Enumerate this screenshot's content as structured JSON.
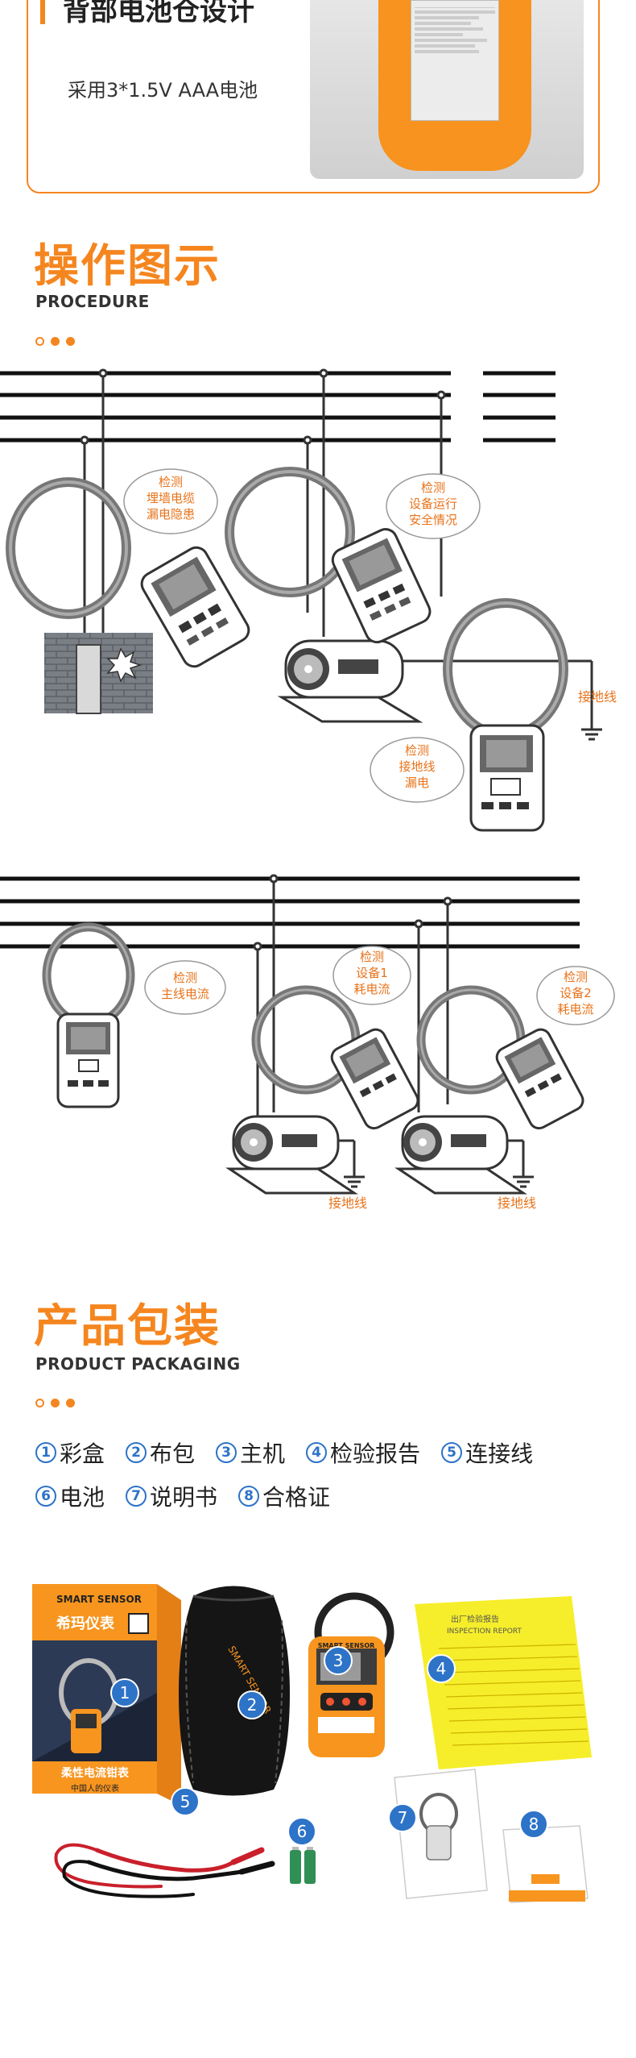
{
  "battery": {
    "title": "背部电池仓设计",
    "desc": "采用3*1.5V AAA电池"
  },
  "procedure": {
    "title": "操作图示",
    "subtitle": "PROCEDURE",
    "callouts": {
      "c1": [
        "检测",
        "埋墙电缆",
        "漏电隐患"
      ],
      "c2": [
        "检测",
        "设备运行",
        "安全情况"
      ],
      "c3": [
        "检测",
        "接地线",
        "漏电"
      ],
      "c4": [
        "检测",
        "主线电流"
      ],
      "c5": [
        "检测",
        "设备1",
        "耗电流"
      ],
      "c6": [
        "检测",
        "设备2",
        "耗电流"
      ]
    },
    "ground_label": "接地线"
  },
  "packaging": {
    "title": "产品包装",
    "subtitle": "PRODUCT PACKAGING",
    "items": [
      {
        "num": "1",
        "label": "彩盒"
      },
      {
        "num": "2",
        "label": "布包"
      },
      {
        "num": "3",
        "label": "主机"
      },
      {
        "num": "4",
        "label": "检验报告"
      },
      {
        "num": "5",
        "label": "连接线"
      },
      {
        "num": "6",
        "label": "电池"
      },
      {
        "num": "7",
        "label": "说明书"
      },
      {
        "num": "8",
        "label": "合格证"
      }
    ],
    "box_brand": "SMART SENSOR",
    "box_cn": "希玛仪表",
    "box_product": "柔性电流钳表",
    "box_tagline": "中国人的仪表",
    "report_title": "出厂检验报告",
    "report_en": "INSPECTION REPORT"
  },
  "colors": {
    "accent": "#f5861f",
    "callout": "#e8731a",
    "badge": "#2d73c8"
  }
}
